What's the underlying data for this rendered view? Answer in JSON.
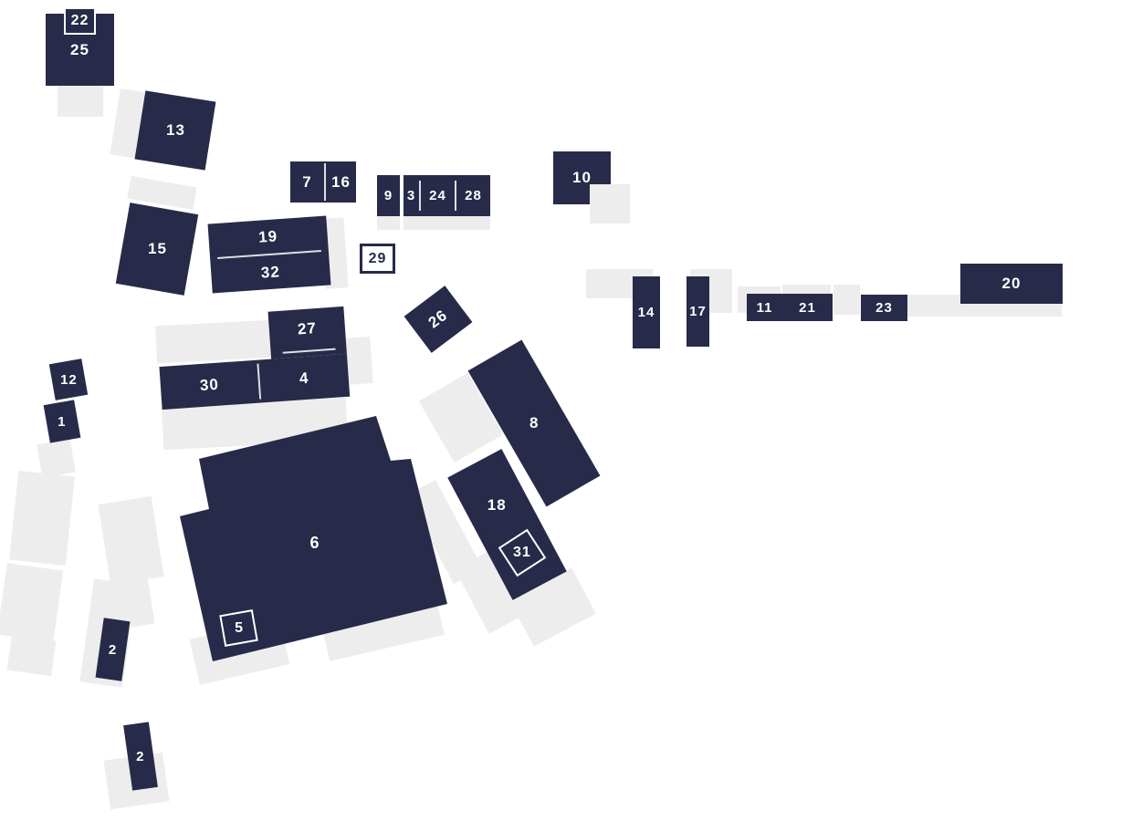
{
  "colors": {
    "building": "#272b49",
    "footprint": "#ededed",
    "label": "#ffffff"
  },
  "buildings": {
    "b1": {
      "label": "1"
    },
    "b2a": {
      "label": "2"
    },
    "b2b": {
      "label": "2"
    },
    "b3": {
      "label": "3"
    },
    "b4": {
      "label": "4"
    },
    "b5": {
      "label": "5"
    },
    "b6": {
      "label": "6"
    },
    "b7": {
      "label": "7"
    },
    "b8": {
      "label": "8"
    },
    "b9": {
      "label": "9"
    },
    "b10": {
      "label": "10"
    },
    "b11": {
      "label": "11"
    },
    "b12": {
      "label": "12"
    },
    "b13": {
      "label": "13"
    },
    "b14": {
      "label": "14"
    },
    "b15": {
      "label": "15"
    },
    "b16": {
      "label": "16"
    },
    "b17": {
      "label": "17"
    },
    "b18": {
      "label": "18"
    },
    "b19": {
      "label": "19"
    },
    "b20": {
      "label": "20"
    },
    "b21": {
      "label": "21"
    },
    "b22": {
      "label": "22"
    },
    "b23": {
      "label": "23"
    },
    "b24": {
      "label": "24"
    },
    "b25": {
      "label": "25"
    },
    "b26": {
      "label": "26"
    },
    "b27": {
      "label": "27"
    },
    "b28": {
      "label": "28"
    },
    "b29": {
      "label": "29"
    },
    "b30": {
      "label": "30"
    },
    "b31": {
      "label": "31"
    },
    "b32": {
      "label": "32"
    }
  }
}
